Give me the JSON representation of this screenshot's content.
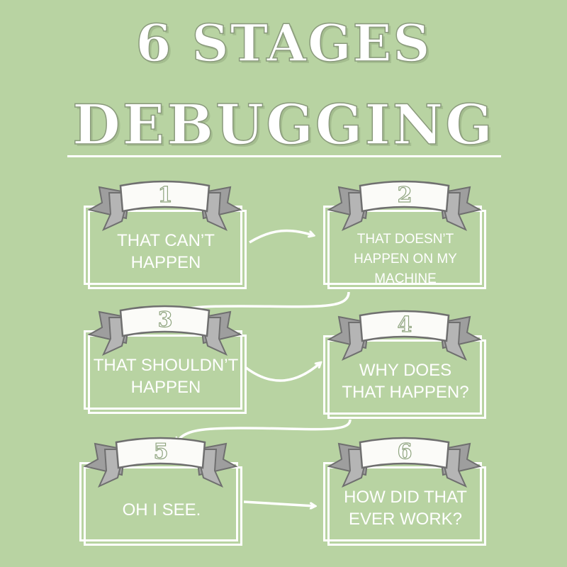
{
  "title": {
    "line1": "6 STAGES",
    "line2": "DEBUGGING"
  },
  "colors": {
    "background": "#b8d3a2",
    "foreground": "#ffffff",
    "ribbon": "#fbfbf8",
    "ribbon_shadow": "#9e9e9e",
    "ribbon_outline": "#6f6f6f"
  },
  "stages": [
    {
      "number": "1",
      "label": "THAT CAN’T\nHAPPEN"
    },
    {
      "number": "2",
      "label": "THAT DOESN’T\nHAPPEN ON MY\nMACHINE"
    },
    {
      "number": "3",
      "label": "THAT SHOULDN’T\nHAPPEN"
    },
    {
      "number": "4",
      "label": "WHY DOES\nTHAT HAPPEN?"
    },
    {
      "number": "5",
      "label": "OH I SEE."
    },
    {
      "number": "6",
      "label": "HOW DID THAT\nEVER WORK?"
    }
  ]
}
